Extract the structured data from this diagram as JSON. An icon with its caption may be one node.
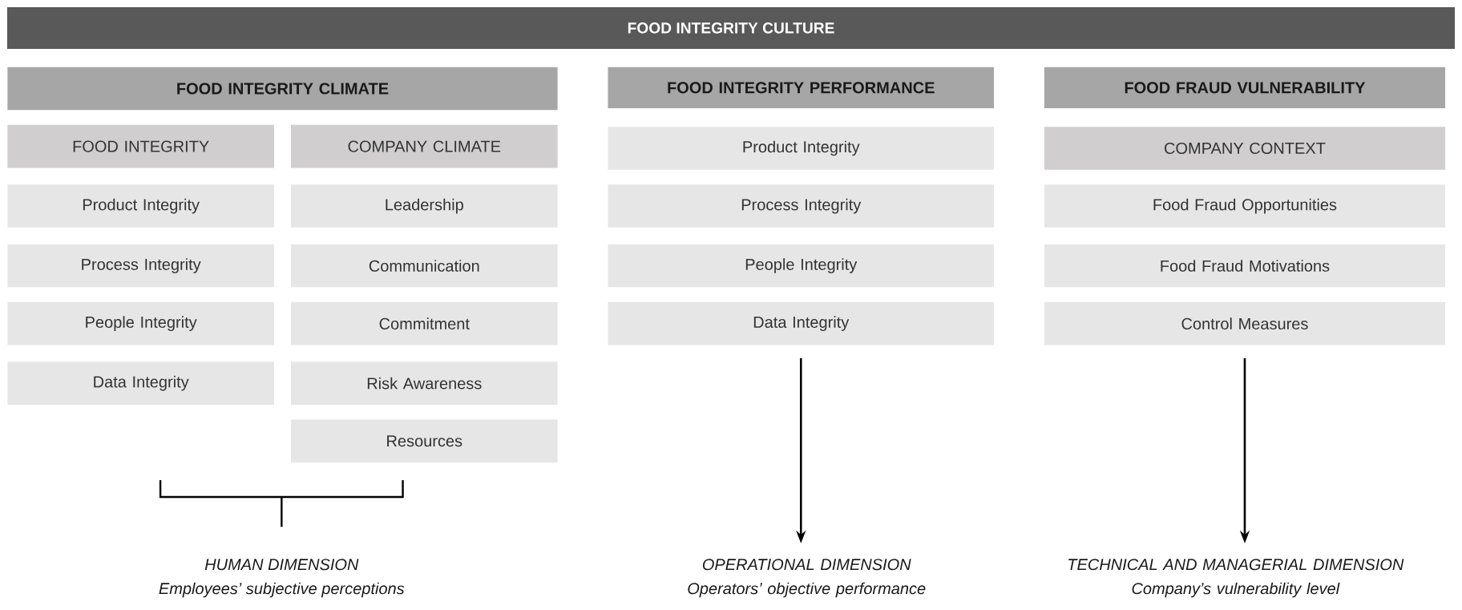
{
  "diagram": {
    "title": "FOOD INTEGRITY CULTURE",
    "nodes": [
      {
        "text": [
          "FOOD INTEGRITY CLIMATE"
        ]
      },
      {
        "text": [
          "FOOD INTEGRITY"
        ]
      },
      {
        "text": [
          "Product Integrity"
        ]
      },
      {
        "text": [
          "Process Integrity"
        ]
      },
      {
        "text": [
          "People Integrity"
        ]
      },
      {
        "text": [
          "Data Integrity"
        ]
      },
      {
        "text": [
          "COMPANY CLIMATE"
        ]
      },
      {
        "text": [
          "Leadership"
        ]
      },
      {
        "text": [
          "Communication"
        ]
      },
      {
        "text": [
          "Commitment"
        ]
      },
      {
        "text": [
          "Risk Awareness"
        ]
      },
      {
        "text": [
          "Resources"
        ]
      },
      {
        "text": [
          "FOOD INTEGRITY PERFORMANCE"
        ]
      },
      {
        "text": [
          "Product Integrity"
        ]
      },
      {
        "text": [
          "Process Integrity"
        ]
      },
      {
        "text": [
          "People Integrity"
        ]
      },
      {
        "text": [
          "Data Integrity"
        ]
      },
      {
        "text": [
          "FOOD FRAUD VULNERABILITY"
        ]
      },
      {
        "text": [
          "COMPANY CONTEXT"
        ]
      },
      {
        "text": [
          "Food Fraud Opportunities"
        ]
      },
      {
        "text": [
          "Food Fraud Motivations"
        ]
      },
      {
        "text": [
          "Control Measures"
        ]
      },
      {
        "text": [
          "OPERATIONAL DIMENSION",
          "Operators’ objective performance"
        ]
      },
      {
        "text": [
          "TECHNICAL AND MANAGERIAL DIMENSION",
          "Company’s vulnerability level"
        ]
      }
    ],
    "edges": [
      {
        "from": 16,
        "to": 22,
        "arrow": "to"
      },
      {
        "from": 21,
        "to": 23,
        "arrow": "to"
      }
    ],
    "labels": [
      "HUMAN DIMENSION",
      "Employees’ subjective perceptions"
    ]
  }
}
